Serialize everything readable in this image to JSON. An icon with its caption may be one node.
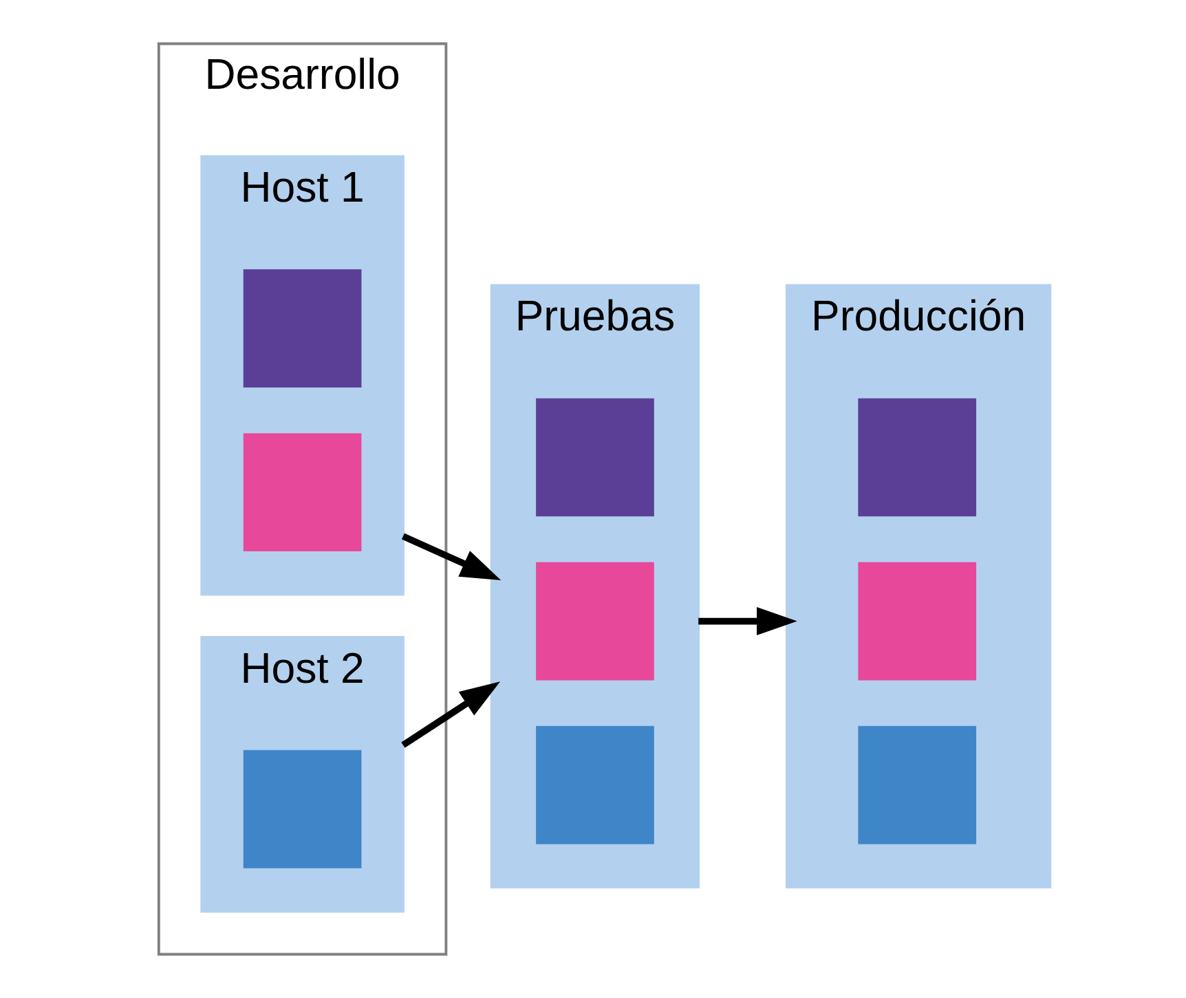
{
  "diagram": {
    "nodes": [
      {
        "text": [
          "Desarrollo"
        ]
      },
      {
        "text": [
          "Host 1"
        ],
        "in": 0
      },
      {
        "text": [],
        "shape": "box",
        "in": 1
      },
      {
        "text": [],
        "shape": "box",
        "in": 1
      },
      {
        "text": [
          "Host 2"
        ],
        "in": 0
      },
      {
        "text": [],
        "shape": "box",
        "in": 4
      },
      {
        "text": [
          "Pruebas"
        ]
      },
      {
        "text": [],
        "shape": "box",
        "in": 6
      },
      {
        "text": [],
        "shape": "box",
        "in": 6
      },
      {
        "text": [],
        "shape": "box",
        "in": 6
      },
      {
        "text": [
          "Producción"
        ]
      },
      {
        "text": [],
        "shape": "box",
        "in": 10
      },
      {
        "text": [],
        "shape": "box",
        "in": 10
      },
      {
        "text": [],
        "shape": "box",
        "in": 10
      }
    ],
    "edges": [
      {
        "from": 1,
        "to": 6,
        "arrow": "to"
      },
      {
        "from": 4,
        "to": 6,
        "arrow": "to"
      },
      {
        "from": 6,
        "to": 10,
        "arrow": "to"
      }
    ]
  }
}
